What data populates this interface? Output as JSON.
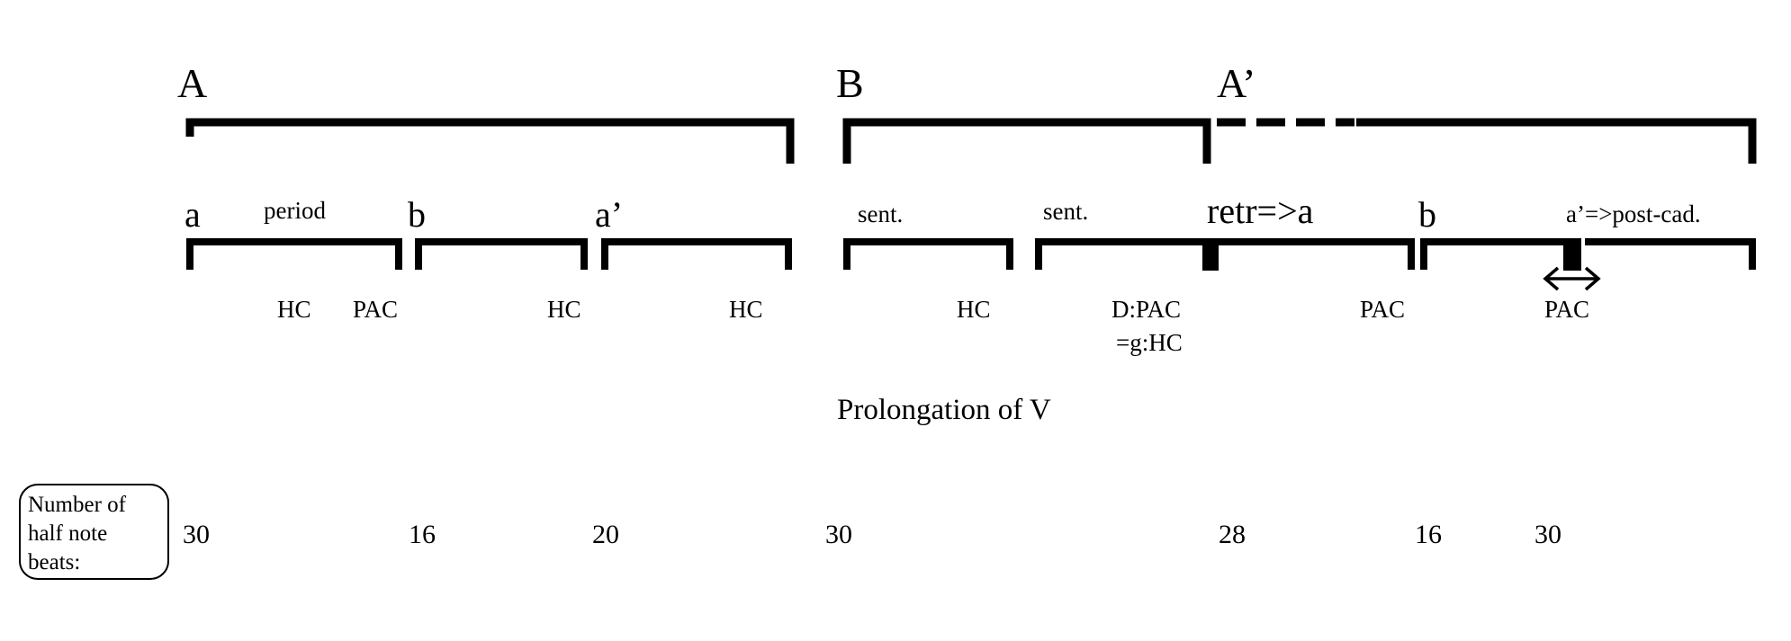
{
  "sections": [
    {
      "label": "A"
    },
    {
      "label": "B"
    },
    {
      "label": "A’"
    }
  ],
  "phrases": [
    {
      "label": "a"
    },
    {
      "label": "period"
    },
    {
      "label": "b"
    },
    {
      "label": "a’"
    },
    {
      "label": "sent."
    },
    {
      "label": "sent."
    },
    {
      "label": "retr=>a"
    },
    {
      "label": "b"
    },
    {
      "label": "a’=>post-cad."
    }
  ],
  "cadences": [
    {
      "label": "HC"
    },
    {
      "label": "PAC"
    },
    {
      "label": "HC"
    },
    {
      "label": "HC"
    },
    {
      "label": "HC"
    },
    {
      "label": "D:PAC"
    },
    {
      "label": "=g:HC"
    },
    {
      "label": "PAC"
    },
    {
      "label": "PAC"
    }
  ],
  "prolongation": {
    "label": "Prolongation of V"
  },
  "beats": {
    "box_lines": [
      "Number of",
      "half note",
      "beats:"
    ],
    "values": [
      "30",
      "16",
      "20",
      "30",
      "28",
      "16",
      "30"
    ]
  }
}
